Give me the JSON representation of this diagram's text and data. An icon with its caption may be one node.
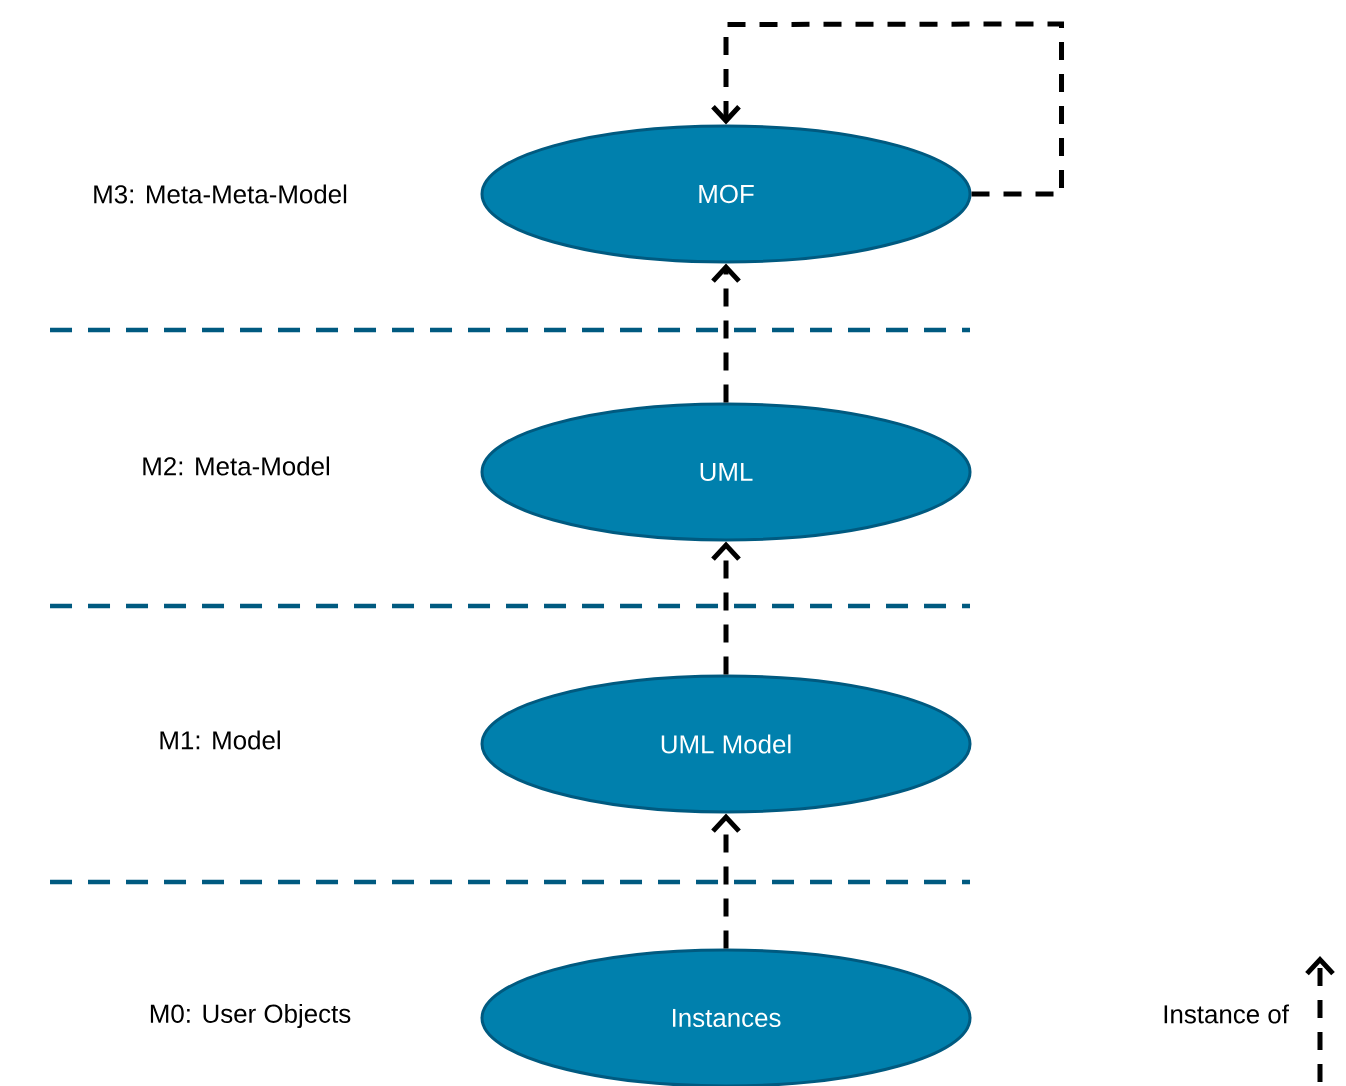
{
  "diagram": {
    "nodes": [
      {
        "text": [
          "MOF"
        ]
      },
      {
        "text": [
          "UML"
        ]
      },
      {
        "text": [
          "UML Model"
        ]
      },
      {
        "text": [
          "Instances"
        ]
      }
    ],
    "edges": [
      {
        "from": 0,
        "to": 0,
        "arrow": "to",
        "style": "dashed"
      },
      {
        "from": 1,
        "to": 0,
        "arrow": "to",
        "style": "dashed"
      },
      {
        "from": 2,
        "to": 1,
        "arrow": "to",
        "style": "dashed"
      },
      {
        "from": 3,
        "to": 2,
        "arrow": "to",
        "style": "dashed"
      }
    ],
    "labels": [
      "M3: Meta-Meta-Model",
      "M2: Meta-Model",
      "M1: Model",
      "M0: User Objects"
    ],
    "legend": [
      {
        "text": "Instance of"
      }
    ]
  }
}
